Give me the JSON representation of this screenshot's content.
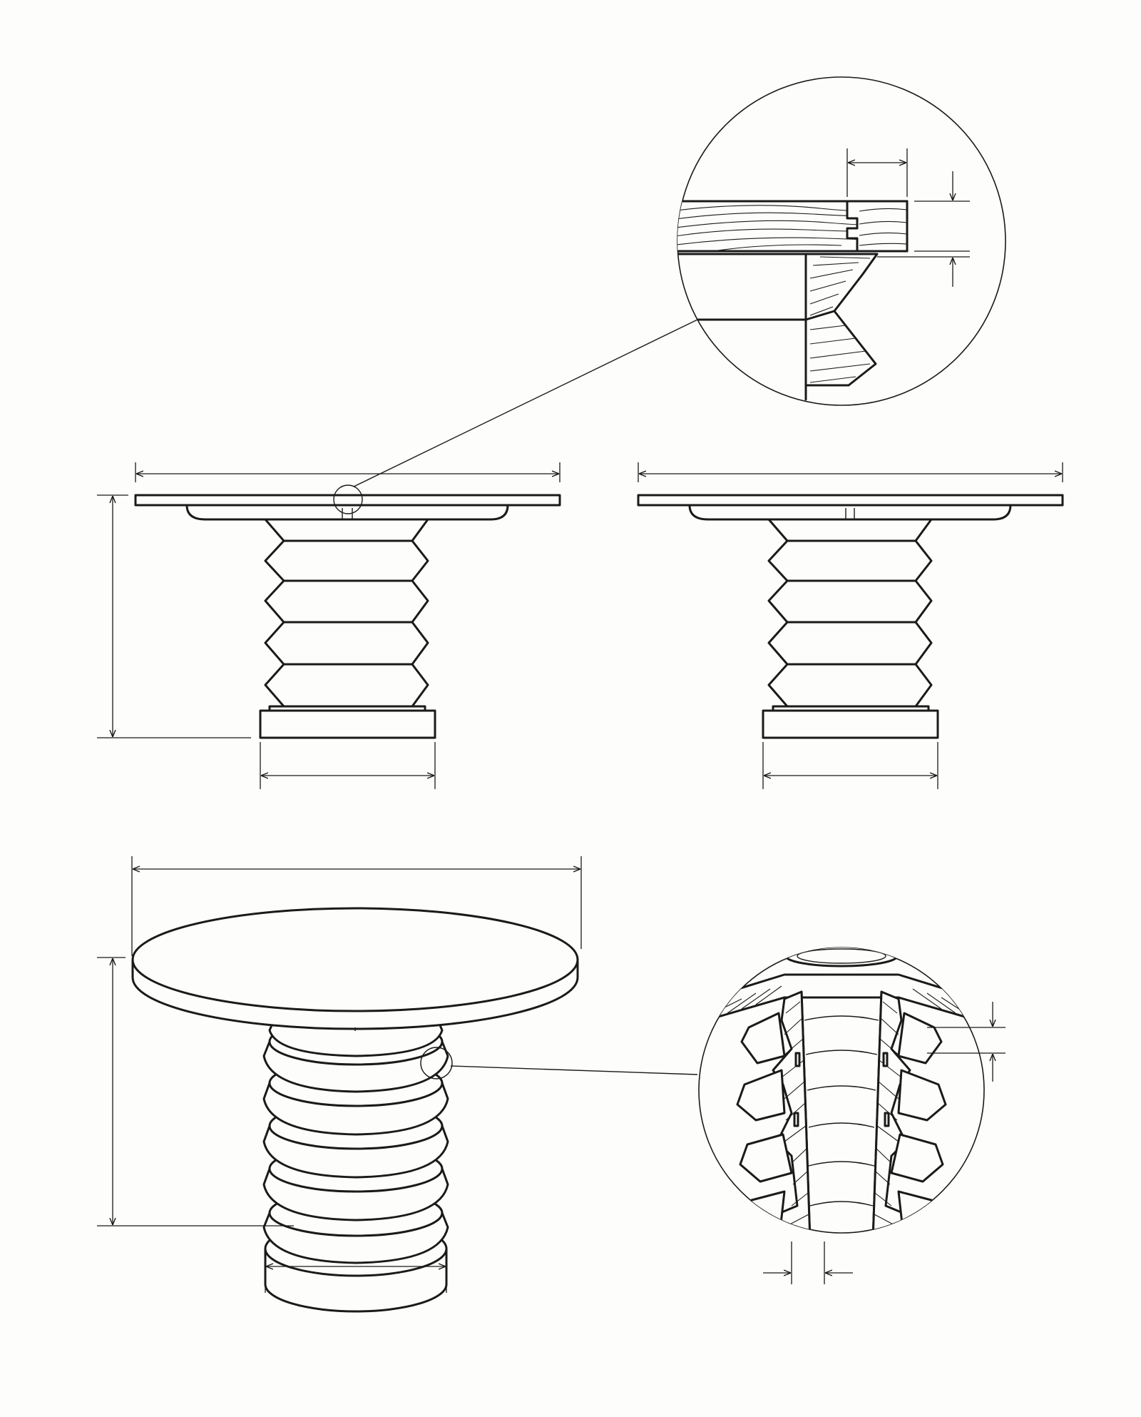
{
  "drawing": {
    "subject": "pedestal table",
    "views": [
      {
        "id": "front-elevation",
        "label": ""
      },
      {
        "id": "side-elevation",
        "label": ""
      },
      {
        "id": "perspective-view",
        "label": ""
      },
      {
        "id": "edge-joint-detail",
        "label": ""
      },
      {
        "id": "pedestal-section-detail",
        "label": ""
      }
    ],
    "dimension_labels": [],
    "line_color": "#1a1a1a",
    "background_color": "#fdfdfb",
    "pedestal_tiers": 5
  }
}
